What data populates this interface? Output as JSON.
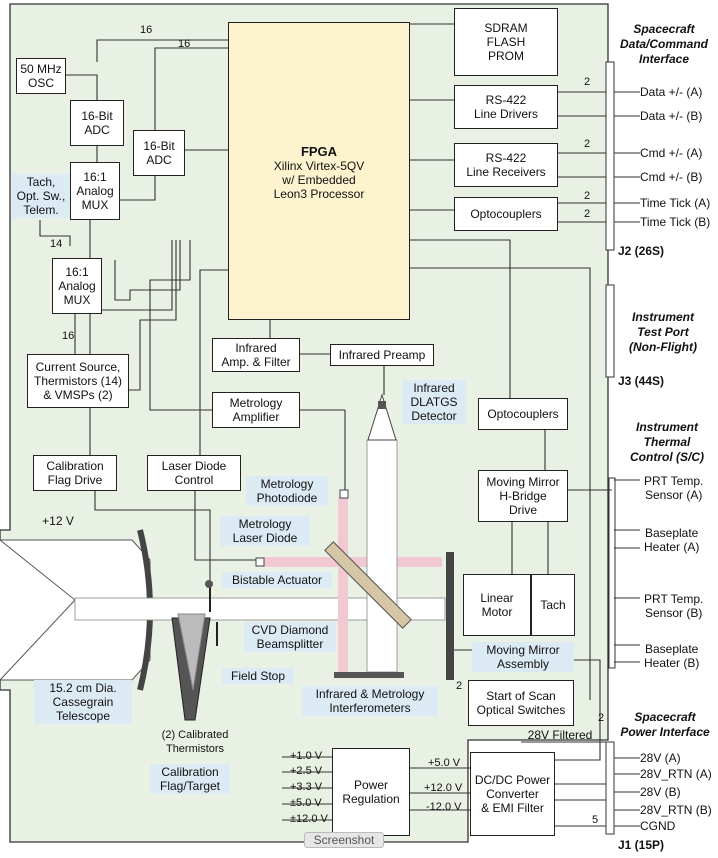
{
  "diagram": {
    "fpga": {
      "title": "FPGA",
      "body": "Xilinx Virtex-5QV\nw/ Embedded\nLeon3 Processor"
    },
    "boxes": {
      "sdram": "SDRAM\nFLASH\nPROM",
      "rs422_drivers": "RS-422\nLine Drivers",
      "rs422_receivers": "RS-422\nLine Receivers",
      "optocouplers_top": "Optocouplers",
      "osc": "50 MHz\nOSC",
      "adc1": "16-Bit\nADC",
      "adc2": "16-Bit\nADC",
      "mux1": "16:1\nAnalog\nMUX",
      "mux2": "16:1\nAnalog\nMUX",
      "current_source": "Current Source,\nThermistors (14)\n& VMSPs (2)",
      "ir_amp": "Infrared\nAmp. & Filter",
      "ir_preamp": "Infrared Preamp",
      "metrology_amp": "Metrology\nAmplifier",
      "cal_flag_drive": "Calibration\nFlag Drive",
      "laser_diode_control": "Laser Diode\nControl",
      "optocouplers_mid": "Optocouplers",
      "hbridge": "Moving Mirror\nH-Bridge\nDrive",
      "linear_motor": "Linear\nMotor",
      "tach": "Tach",
      "start_of_scan": "Start of Scan\nOptical Switches",
      "power_reg": "Power\nRegulation",
      "dcdc": "DC/DC Power\nConverter\n& EMI Filter"
    },
    "labels": {
      "tach_opt": "Tach,\nOpt. Sw.,\nTelem.",
      "plus12v": "+12 V",
      "ir_detector": "Infrared\nDLATGS\nDetector",
      "metrology_photodiode": "Metrology\nPhotodiode",
      "metrology_laser_diode": "Metrology\nLaser Diode",
      "bistable_actuator": "Bistable Actuator",
      "cvd_beamsplitter": "CVD Diamond\nBeamsplitter",
      "field_stop": "Field Stop",
      "interferometers": "Infrared & Metrology\nInterferometers",
      "moving_mirror_assembly": "Moving Mirror\nAssembly",
      "telescope": "15.2 cm Dia.\nCassegrain\nTelescope",
      "cal_thermistors": "(2) Calibrated\nThermistors",
      "cal_flag_target": "Calibration\nFlag/Target",
      "filtered28v": "28V Filtered",
      "screenshot": "Screenshot"
    },
    "bus_widths": {
      "b16a": "16",
      "b16b": "16",
      "b14": "14",
      "b16c": "16",
      "b2a": "2",
      "b2b": "2",
      "b2c": "2",
      "b2d": "2",
      "b2e": "2",
      "b2f": "2",
      "b5": "5"
    },
    "power_rails": [
      "+1.0 V",
      "+2.5 V",
      "+3.3 V",
      "±5.0 V",
      "±12.0 V"
    ],
    "dcdc_inputs": [
      "+5.0 V",
      "+12.0 V",
      "-12.0 V"
    ],
    "interfaces": {
      "spacecraft_data": {
        "title": "Spacecraft\nData/Command\nInterface",
        "connector": "J2 (26S)",
        "signals": [
          "Data +/- (A)",
          "Data +/- (B)",
          "Cmd +/- (A)",
          "Cmd +/- (B)",
          "Time Tick (A)",
          "Time Tick (B)"
        ]
      },
      "test_port": {
        "title": "Instrument\nTest Port\n(Non-Flight)",
        "connector": "J3 (44S)"
      },
      "thermal": {
        "title": "Instrument\nThermal\nControl (S/C)",
        "signals": [
          "PRT Temp.\nSensor (A)",
          "Baseplate\nHeater (A)",
          "PRT Temp.\nSensor (B)",
          "Baseplate\nHeater (B)"
        ]
      },
      "power": {
        "title": "Spacecraft\nPower Interface",
        "connector": "J1 (15P)",
        "signals": [
          "28V (A)",
          "28V_RTN (A)",
          "28V (B)",
          "28V_RTN (B)",
          "CGND"
        ]
      }
    },
    "colors": {
      "background": "#ffffff",
      "instrument_panel": "#e8f1e4",
      "fpga_fill": "#fdf3cf",
      "label_highlight": "#dcebf3",
      "metrology_beam": "#f2c8d2"
    }
  }
}
